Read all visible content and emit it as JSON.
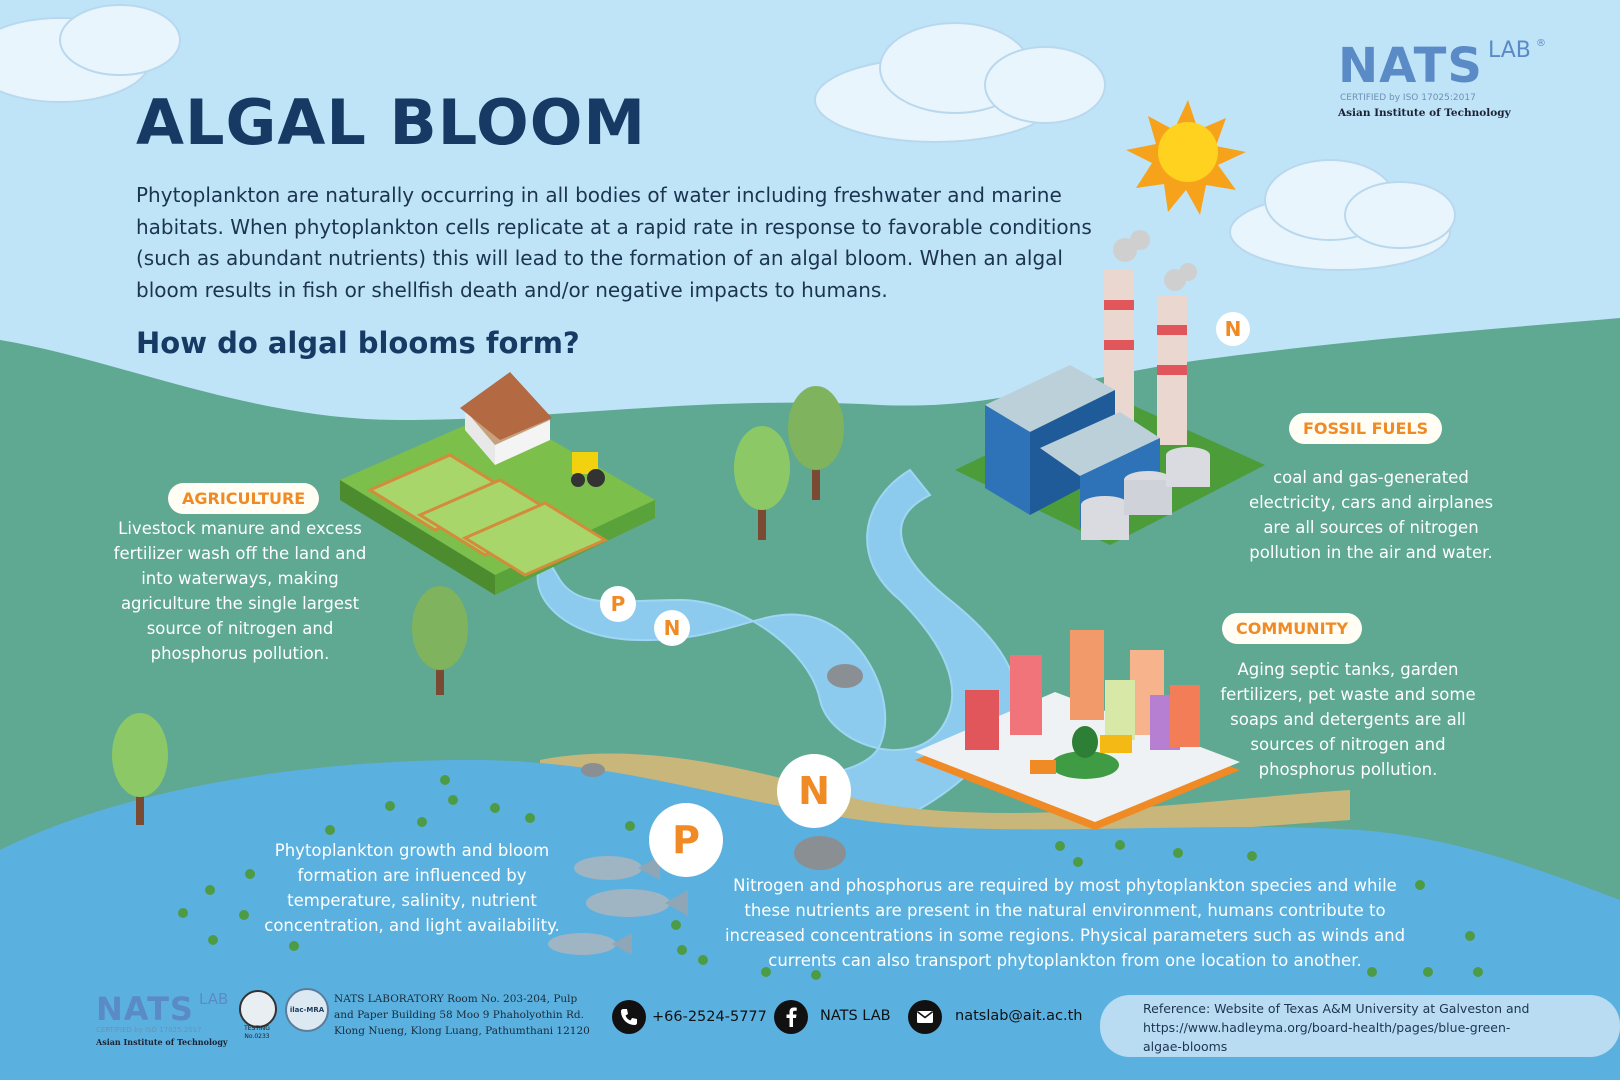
{
  "header": {
    "title": "ALGAL BLOOM",
    "intro": "Phytoplankton are naturally occurring in all bodies of water including freshwater and marine habitats. When phytoplankton cells replicate at a rapid rate in response to favorable conditions (such as abundant nutrients) this will lead to the formation of an algal bloom. When an algal bloom results in fish or shellfish death and/or negative impacts to humans.",
    "subtitle": "How do algal blooms form?"
  },
  "logo": {
    "nats": "NATS",
    "lab": "LAB",
    "registered": "®",
    "certified": "CERTIFIED by ISO 17025:2017",
    "institute": "Asian Institute of Technology"
  },
  "sources": {
    "agriculture": {
      "label": "AGRICULTURE",
      "description": "Livestock manure and excess fertilizer wash off the land and into waterways, making agriculture the single largest source of nitrogen and phosphorus pollution."
    },
    "fossil_fuels": {
      "label": "FOSSIL FUELS",
      "description": "coal and gas-generated electricity, cars and airplanes are all sources of nitrogen pollution in the air and water."
    },
    "community": {
      "label": "COMMUNITY",
      "description": "Aging septic tanks, garden fertilizers, pet waste and some soaps and detergents are all sources of nitrogen and phosphorus pollution."
    }
  },
  "nutrients": {
    "n": "N",
    "p": "P"
  },
  "water": {
    "growth_text": "Phytoplankton growth and bloom formation are influenced by temperature, salinity, nutrient concentration, and light availability.",
    "nutrient_text": "Nitrogen and phosphorus are required by most phytoplankton species and while these nutrients are present in the natural environment, humans contribute to increased concentrations in some regions. Physical parameters such as winds and currents can also transport phytoplankton from one location to another."
  },
  "footer": {
    "testing_label": "TESTING",
    "testing_no": "No.0233",
    "badge_text": "ilac-MRA",
    "address": "NATS LABORATORY Room No. 203-204, Pulp and Paper Building 58 Moo 9 Phaholyothin Rd. Klong Nueng, Klong Luang, Pathumthani 12120",
    "phone": "+66-2524-5777",
    "facebook": "NATS LAB",
    "email": "natslab@ait.ac.th",
    "reference": "Reference: Website of Texas A&M University at Galveston and https://www.hadleyma.org/board-health/pages/blue-green-algae-blooms"
  },
  "colors": {
    "sky": "#bfe4f8",
    "hill": "#5fa892",
    "water": "#5ab1df",
    "river": "#8ccbee",
    "title": "#163a63",
    "accent": "#f08a24"
  },
  "icons": [
    "sun-icon",
    "cloud-icon",
    "tree-icon",
    "farm-icon",
    "factory-icon",
    "city-icon",
    "fish-icon",
    "phone-icon",
    "facebook-icon",
    "email-icon"
  ]
}
